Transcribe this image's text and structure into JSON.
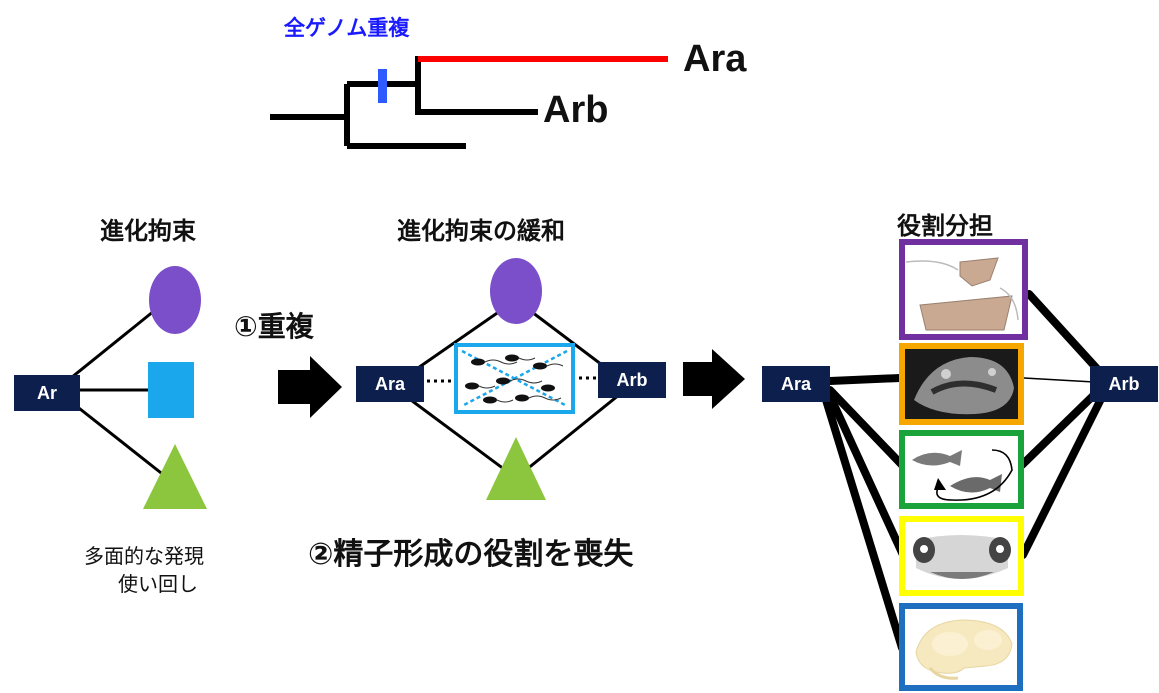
{
  "tree": {
    "duplication_label": "全ゲノム重複",
    "leaf_a": "Ara",
    "leaf_b": "Arb"
  },
  "panel_constraint": {
    "title": "進化拘束",
    "node": "Ar",
    "caption_line1": "多面的な発現",
    "caption_line2": "使い回し"
  },
  "step1_label": "①重複",
  "panel_relaxation": {
    "title": "進化拘束の緩和",
    "node_left": "Ara",
    "node_right": "Arb"
  },
  "step2_label": "②精子形成の役割を喪失",
  "panel_subfunction": {
    "title": "役割分担",
    "node_left": "Ara",
    "node_right": "Arb",
    "frame_colors": [
      "#7030a0",
      "#f5a700",
      "#1aa33a",
      "#ffff00",
      "#1f6fc1"
    ],
    "frame_contents": [
      "fin-tissue-image",
      "head-xray-image",
      "fish-swimming-image",
      "fish-head-face-image",
      "brain-image"
    ]
  },
  "colors": {
    "duplication_text": "#1a1aff",
    "duplication_mark": "#2e5bff",
    "branch_ara": "#ff0000",
    "node_fill": "#0d1f4c",
    "ellipse": "#7b4fc9",
    "square": "#1aa7ec",
    "triangle": "#8cc63f",
    "sperm_box_border": "#1aa7ec"
  }
}
